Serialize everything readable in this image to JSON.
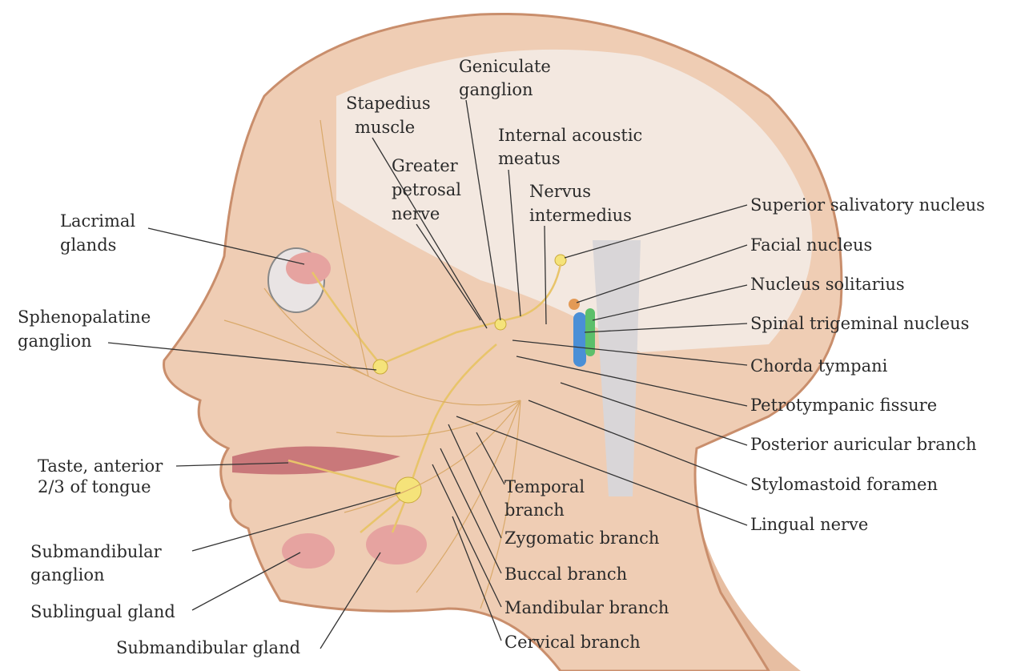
{
  "labels": {
    "geniculate_ganglion": [
      "Geniculate",
      "ganglion"
    ],
    "stapedius_muscle": [
      "Stapedius",
      "muscle"
    ],
    "internal_acoustic_meatus": [
      "Internal acoustic",
      "meatus"
    ],
    "greater_petrosal_nerve": [
      "Greater",
      "petrosal",
      "nerve"
    ],
    "nervus_intermedius": [
      "Nervus",
      "intermedius"
    ],
    "lacrimal_glands": [
      "Lacrimal",
      "glands"
    ],
    "superior_salivatory_nucleus": "Superior salivatory nucleus",
    "facial_nucleus": "Facial nucleus",
    "nucleus_solitarius": "Nucleus solitarius",
    "spinal_trigeminal_nucleus": "Spinal trigeminal nucleus",
    "chorda_tympani": "Chorda tympani",
    "petrotympanic_fissure": "Petrotympanic fissure",
    "posterior_auricular_branch": "Posterior auricular branch",
    "stylomastoid_foramen": "Stylomastoid foramen",
    "lingual_nerve": "Lingual nerve",
    "sphenopalatine_ganglion": [
      "Sphenopalatine",
      "ganglion"
    ],
    "taste_tongue": [
      "Taste, anterior",
      "2/3 of tongue"
    ],
    "temporal_branch": [
      "Temporal",
      "branch"
    ],
    "zygomatic_branch": "Zygomatic branch",
    "buccal_branch": "Buccal branch",
    "mandibular_branch": "Mandibular branch",
    "cervical_branch": "Cervical branch",
    "submandibular_ganglion": [
      "Submandibular",
      "ganglion"
    ],
    "sublingual_gland": "Sublingual gland",
    "submandibular_gland": "Submandibular gland"
  },
  "colors": {
    "skin": "#efcdb4",
    "skin_dark": "#e2b497",
    "brain": "#f3ece8",
    "nerve": "#e8c46a",
    "gland": "#e6a3a0",
    "nucleus_blue": "#4a8fd6",
    "nucleus_green": "#5cbf6a"
  }
}
